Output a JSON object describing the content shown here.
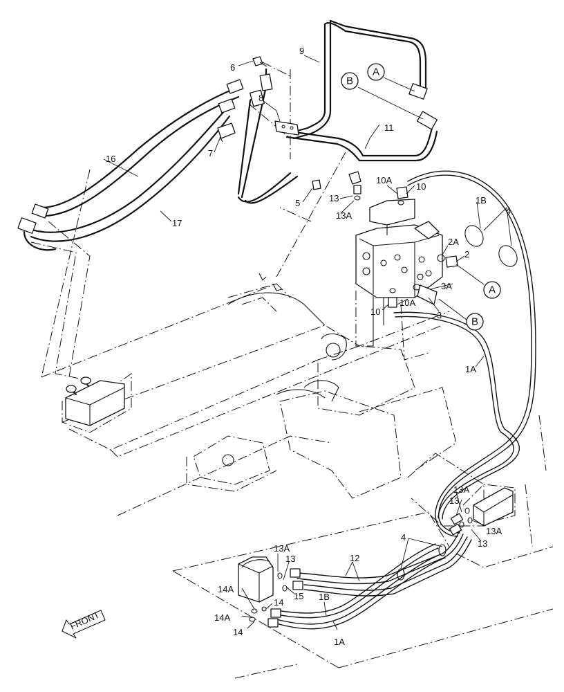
{
  "part_labels": {
    "p1": "9",
    "p2": "6",
    "p3": "8",
    "p4": "7",
    "p5": "11",
    "p6": "16",
    "p7": "17",
    "p8": "5",
    "p9": "13",
    "p10": "13A",
    "p11": "10A",
    "p12": "10",
    "p13": "1B",
    "p14": "4",
    "p15": "2A",
    "p16": "2",
    "p17": "3A",
    "p18": "10",
    "p19": "10A",
    "p20": "3",
    "p21": "1A",
    "p22": "13A",
    "p23": "13",
    "p24": "13A",
    "p25": "13",
    "p26": "4",
    "p27": "12",
    "p28": "13A",
    "p29": "13",
    "p30": "15",
    "p31": "14A",
    "p32": "14",
    "p33": "1B",
    "p34": "14A",
    "p35": "14",
    "p36": "1A"
  },
  "callouts": {
    "c1": "A",
    "c2": "B",
    "c3": "A",
    "c4": "B"
  },
  "front_arrow_label": "FRONT"
}
